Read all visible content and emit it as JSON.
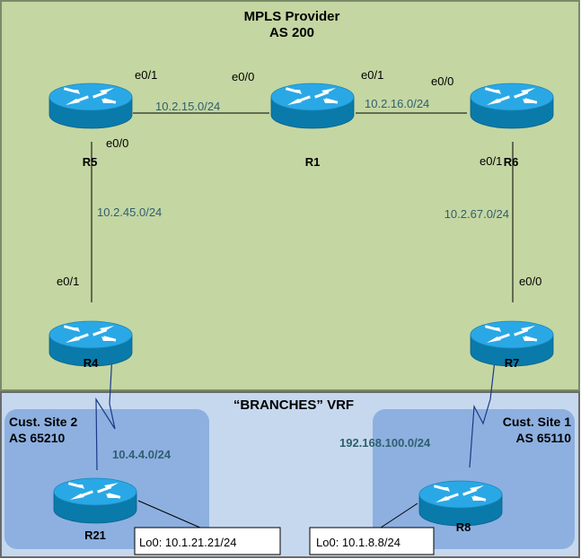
{
  "provider": {
    "title_line1": "MPLS Provider",
    "title_line2": "AS 200",
    "bg_color": "#c4d6a2"
  },
  "vrf": {
    "title": "“BRANCHES” VRF",
    "bg_color": "#c6d8ee"
  },
  "sites": [
    {
      "id": "site2",
      "line1": "Cust. Site 2",
      "line2": "AS 65210",
      "bg_color": "#8db0e0"
    },
    {
      "id": "site1",
      "line1": "Cust. Site 1",
      "line2": "AS 65110",
      "bg_color": "#8db0e0"
    }
  ],
  "routers": [
    {
      "id": "R5",
      "label": "R5"
    },
    {
      "id": "R1",
      "label": "R1"
    },
    {
      "id": "R6",
      "label": "R6"
    },
    {
      "id": "R4",
      "label": "R4"
    },
    {
      "id": "R7",
      "label": "R7"
    },
    {
      "id": "R21",
      "label": "R21"
    },
    {
      "id": "R8",
      "label": "R8"
    }
  ],
  "ports": {
    "r5_e01": "e0/1",
    "r1_e00": "e0/0",
    "r1_e01": "e0/1",
    "r6_e00": "e0/0",
    "r5_e00": "e0/0",
    "r6_e01": "e0/1",
    "r4_e01": "e0/1",
    "r7_e00": "e0/0"
  },
  "subnets": {
    "r5_r1": "10.2.15.0/24",
    "r1_r6": "10.2.16.0/24",
    "r5_r4": "10.2.45.0/24",
    "r6_r7": "10.2.67.0/24",
    "r4_r21": "10.4.4.0/24",
    "r7_r8": "192.168.100.0/24"
  },
  "loopbacks": {
    "r21": "Lo0: 10.1.21.21/24",
    "r8": "Lo0: 10.1.8.8/24"
  },
  "colors": {
    "router_top": "#2aa8e6",
    "router_side": "#0a7aaa",
    "subnet_text": "#2f5f6f"
  }
}
